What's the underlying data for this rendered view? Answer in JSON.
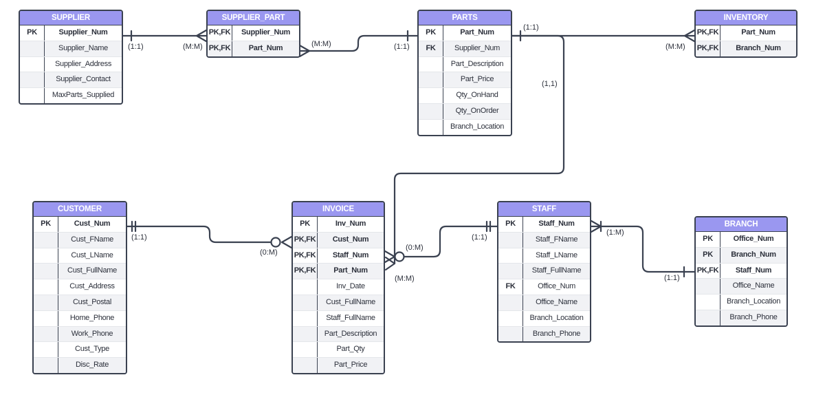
{
  "entities": {
    "supplier": {
      "name": "SUPPLIER",
      "rows": [
        {
          "key": "PK",
          "attr": "Supplier_Num",
          "pk": true
        },
        {
          "key": "",
          "attr": "Supplier_Name"
        },
        {
          "key": "",
          "attr": "Supplier_Address"
        },
        {
          "key": "",
          "attr": "Supplier_Contact"
        },
        {
          "key": "",
          "attr": "MaxParts_Supplied"
        }
      ]
    },
    "supplier_part": {
      "name": "SUPPLIER_PART",
      "rows": [
        {
          "key": "PK,FK",
          "attr": "Supplier_Num",
          "pk": true
        },
        {
          "key": "PK,FK",
          "attr": "Part_Num",
          "pk": true
        }
      ]
    },
    "parts": {
      "name": "PARTS",
      "rows": [
        {
          "key": "PK",
          "attr": "Part_Num",
          "pk": true
        },
        {
          "key": "FK",
          "attr": "Supplier_Num"
        },
        {
          "key": "",
          "attr": "Part_Description"
        },
        {
          "key": "",
          "attr": "Part_Price"
        },
        {
          "key": "",
          "attr": "Qty_OnHand"
        },
        {
          "key": "",
          "attr": "Qty_OnOrder"
        },
        {
          "key": "",
          "attr": "Branch_Location"
        }
      ]
    },
    "inventory": {
      "name": "INVENTORY",
      "rows": [
        {
          "key": "PK,FK",
          "attr": "Part_Num",
          "pk": true
        },
        {
          "key": "PK,FK",
          "attr": "Branch_Num",
          "pk": true
        }
      ]
    },
    "customer": {
      "name": "CUSTOMER",
      "rows": [
        {
          "key": "PK",
          "attr": "Cust_Num",
          "pk": true
        },
        {
          "key": "",
          "attr": "Cust_FName"
        },
        {
          "key": "",
          "attr": "Cust_LName"
        },
        {
          "key": "",
          "attr": "Cust_FullName"
        },
        {
          "key": "",
          "attr": "Cust_Address"
        },
        {
          "key": "",
          "attr": "Cust_Postal"
        },
        {
          "key": "",
          "attr": "Home_Phone"
        },
        {
          "key": "",
          "attr": "Work_Phone"
        },
        {
          "key": "",
          "attr": "Cust_Type"
        },
        {
          "key": "",
          "attr": "Disc_Rate"
        }
      ]
    },
    "invoice": {
      "name": "INVOICE",
      "rows": [
        {
          "key": "PK",
          "attr": "Inv_Num",
          "pk": true
        },
        {
          "key": "PK,FK",
          "attr": "Cust_Num",
          "pk": true
        },
        {
          "key": "PK,FK",
          "attr": "Staff_Num",
          "pk": true
        },
        {
          "key": "PK,FK",
          "attr": "Part_Num",
          "pk": true
        },
        {
          "key": "",
          "attr": "Inv_Date"
        },
        {
          "key": "",
          "attr": "Cust_FullName"
        },
        {
          "key": "",
          "attr": "Staff_FullName"
        },
        {
          "key": "",
          "attr": "Part_Description"
        },
        {
          "key": "",
          "attr": "Part_Qty"
        },
        {
          "key": "",
          "attr": "Part_Price"
        }
      ]
    },
    "staff": {
      "name": "STAFF",
      "rows": [
        {
          "key": "PK",
          "attr": "Staff_Num",
          "pk": true
        },
        {
          "key": "",
          "attr": "Staff_FName"
        },
        {
          "key": "",
          "attr": "Staff_LName"
        },
        {
          "key": "",
          "attr": "Staff_FullName"
        },
        {
          "key": "FK",
          "attr": "Office_Num"
        },
        {
          "key": "",
          "attr": "Office_Name"
        },
        {
          "key": "",
          "attr": "Branch_Location"
        },
        {
          "key": "",
          "attr": "Branch_Phone"
        }
      ]
    },
    "branch": {
      "name": "BRANCH",
      "rows": [
        {
          "key": "PK",
          "attr": "Office_Num",
          "pk": true
        },
        {
          "key": "PK",
          "attr": "Branch_Num",
          "pk": true
        },
        {
          "key": "PK,FK",
          "attr": "Staff_Num",
          "pk": true
        },
        {
          "key": "",
          "attr": "Office_Name"
        },
        {
          "key": "",
          "attr": "Branch_Location"
        },
        {
          "key": "",
          "attr": "Branch_Phone"
        }
      ]
    }
  },
  "labels": {
    "supplier_side": "(1:1)",
    "supplier_part_left": "(M:M)",
    "supplier_part_right": "(M:M)",
    "parts_left": "(1:1)",
    "parts_right": "(1:1)",
    "inventory_left": "(M:M)",
    "parts_invoice": "(1,1)",
    "customer_side": "(1:1)",
    "invoice_customer": "(0:M)",
    "invoice_staff": "(0:M)",
    "invoice_parts": "(M:M)",
    "staff_invoice": "(1:1)",
    "staff_branch": "(1:M)",
    "branch_staff": "(1:1)"
  },
  "colors": {
    "header": "#9a97f0",
    "border": "#3a4150",
    "line": "#3a4150"
  }
}
